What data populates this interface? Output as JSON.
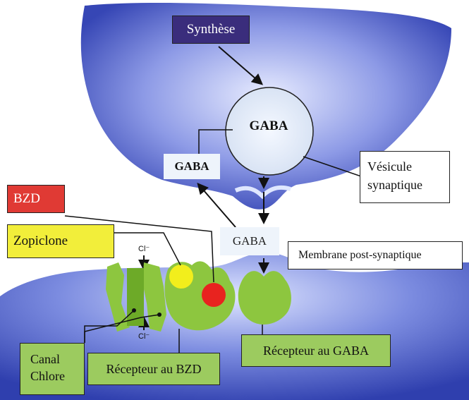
{
  "labels": {
    "synthese": "Synthèse",
    "gaba_vesicle": "GABA",
    "gaba_left": "GABA",
    "gaba_cleft": "GABA",
    "vesicule_line1": "Vésicule",
    "vesicule_line2": "synaptique",
    "bzd": "BZD",
    "zopiclone": "Zopiclone",
    "membrane": "Membrane post-synaptique",
    "canal_line1": "Canal",
    "canal_line2": "Chlore",
    "recepteur_bzd": "Récepteur au BZD",
    "recepteur_gaba": "Récepteur au GABA",
    "ion_top": "Cl⁻",
    "ion_bottom": "Cl⁻"
  },
  "colors": {
    "neuron_blue": "#4a5fc7",
    "synthese_box": "#3a2d7c",
    "bzd_box": "#e03a34",
    "zopiclone_box": "#f2ee3a",
    "receptor_green": "#8dc63f",
    "label_green": "#9ccb5f",
    "zopiclone_site": "#f2ee1c",
    "bzd_site": "#e8231f"
  }
}
